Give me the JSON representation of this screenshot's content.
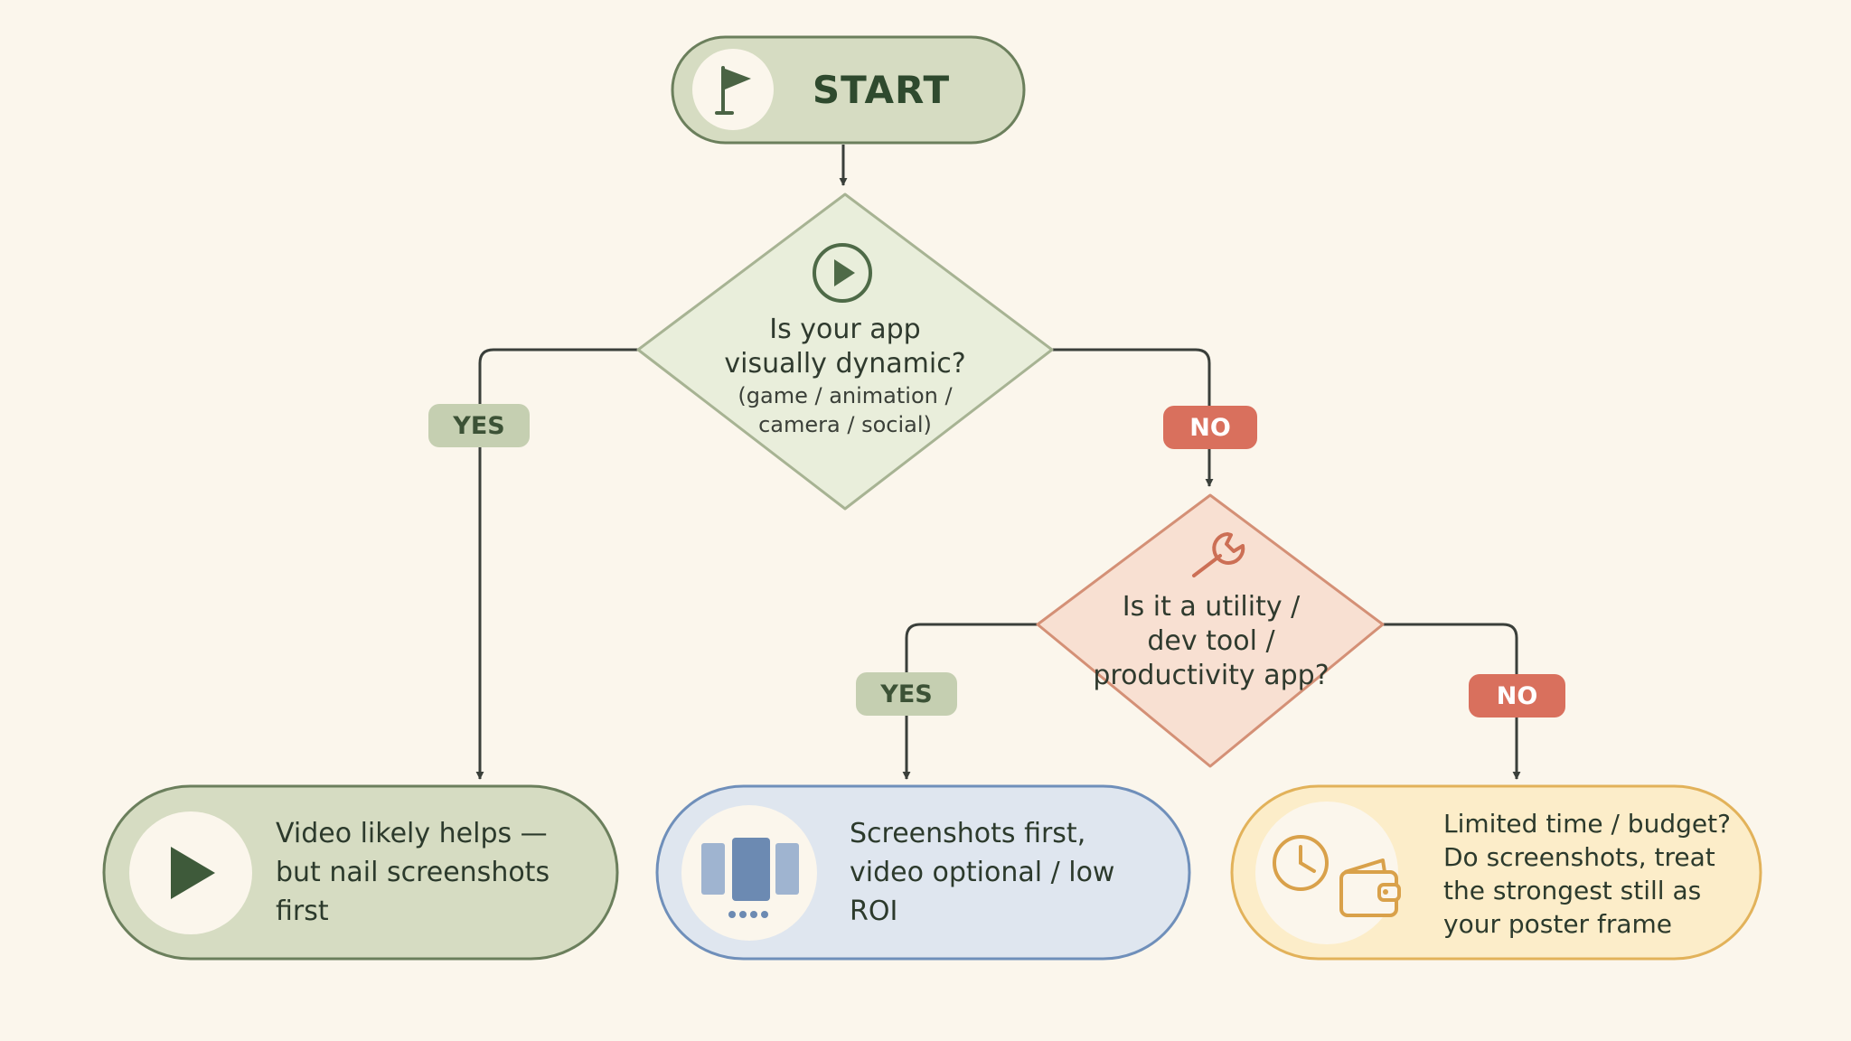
{
  "start": {
    "label": "START",
    "icon": "flag-icon"
  },
  "decision1": {
    "icon": "play-circle-icon",
    "line1": "Is your app",
    "line2": "visually dynamic?",
    "sub1": "(game / animation /",
    "sub2": "camera / social)"
  },
  "decision2": {
    "icon": "wrench-icon",
    "line1": "Is it a utility /",
    "line2": "dev tool /",
    "line3": "productivity app?"
  },
  "branches": {
    "d1_yes": "YES",
    "d1_no": "NO",
    "d2_yes": "YES",
    "d2_no": "NO"
  },
  "outcomes": {
    "video": {
      "icon": "play-icon",
      "line1": "Video likely helps —",
      "line2": "but nail screenshots first"
    },
    "screenshots": {
      "icon": "screenshot-carousel-icon",
      "line1": "Screenshots first,",
      "line2": "video optional / low ROI"
    },
    "budget": {
      "icons": [
        "clock-icon",
        "wallet-icon"
      ],
      "line1": "Limited time / budget?",
      "line2": "Do screenshots, treat",
      "line3": "the strongest still as",
      "line4": "your poster frame"
    }
  },
  "colors": {
    "background": "#fbf6ec",
    "green_fill": "#d6dcc2",
    "green_stroke": "#6b7f5c",
    "dark_green": "#3e5a3a",
    "diamond1_fill": "#e9eedb",
    "diamond2_fill": "#f8e0d2",
    "diamond2_stroke": "#d49076",
    "blue_fill": "#dfe6ef",
    "blue_stroke": "#6f8fba",
    "yellow_fill": "#fcedc9",
    "yellow_stroke": "#e2b25a",
    "no_red": "#d9705d",
    "line": "#3a3f3a"
  }
}
